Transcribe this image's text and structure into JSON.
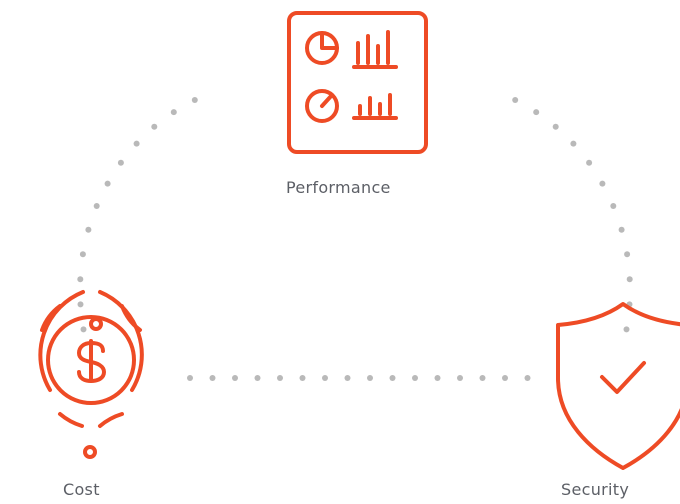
{
  "colors": {
    "accent": "#ee4b25",
    "connector": "#b9b9b9",
    "label": "#5c5f66",
    "background": "#ffffff"
  },
  "nodes": [
    {
      "id": "performance",
      "label": "Performance",
      "icon": "dashboard-charts-icon"
    },
    {
      "id": "cost",
      "label": "Cost",
      "icon": "dollar-coin-icon"
    },
    {
      "id": "security",
      "label": "Security",
      "icon": "shield-check-icon"
    }
  ],
  "connectors": [
    {
      "from": "cost",
      "to": "performance",
      "style": "dotted"
    },
    {
      "from": "performance",
      "to": "security",
      "style": "dotted"
    },
    {
      "from": "cost",
      "to": "security",
      "style": "dotted"
    }
  ]
}
